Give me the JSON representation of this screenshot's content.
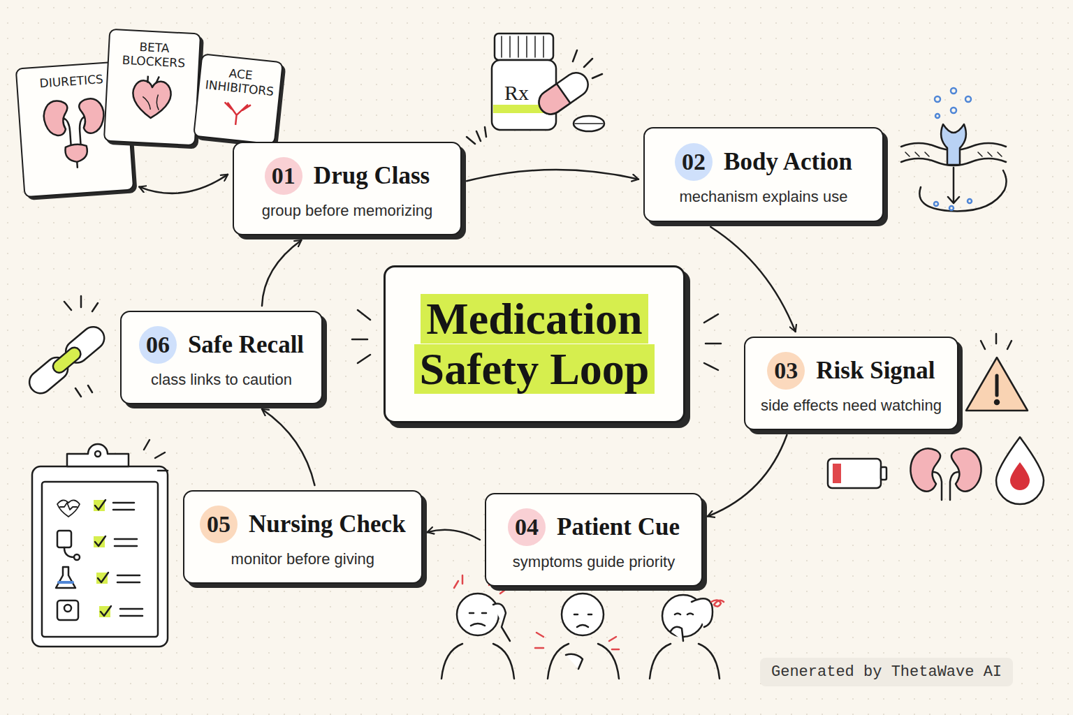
{
  "diagram": {
    "title": "Medication Safety Loop",
    "nodes": [
      {
        "text": [
          "DIURETICS"
        ]
      },
      {
        "text": [
          "BETA BLOCKERS"
        ]
      },
      {
        "text": [
          "ACE INHIBITORS"
        ]
      },
      {
        "text": [
          "01",
          "Drug Class",
          "group before memorizing"
        ]
      },
      {
        "text": [
          "02",
          "Body Action",
          "mechanism explains use"
        ]
      },
      {
        "text": [
          "03",
          "Risk Signal",
          "side effects need watching"
        ]
      },
      {
        "text": [
          "04",
          "Patient Cue",
          "symptoms guide priority"
        ]
      },
      {
        "text": [
          "05",
          "Nursing Check",
          "monitor before giving"
        ]
      },
      {
        "text": [
          "06",
          "Safe Recall",
          "class links to caution"
        ]
      }
    ],
    "edges": [
      {
        "from": 0,
        "to": 3,
        "arrow": "both"
      },
      {
        "from": 3,
        "to": 4,
        "arrow": "to"
      },
      {
        "from": 4,
        "to": 5,
        "arrow": "to"
      },
      {
        "from": 5,
        "to": 6,
        "arrow": "to"
      },
      {
        "from": 6,
        "to": 7,
        "arrow": "to"
      },
      {
        "from": 7,
        "to": 8,
        "arrow": "to"
      },
      {
        "from": 8,
        "to": 3,
        "arrow": "to"
      }
    ],
    "labels": [
      "Rx",
      "Generated by ThetaWave AI"
    ]
  }
}
